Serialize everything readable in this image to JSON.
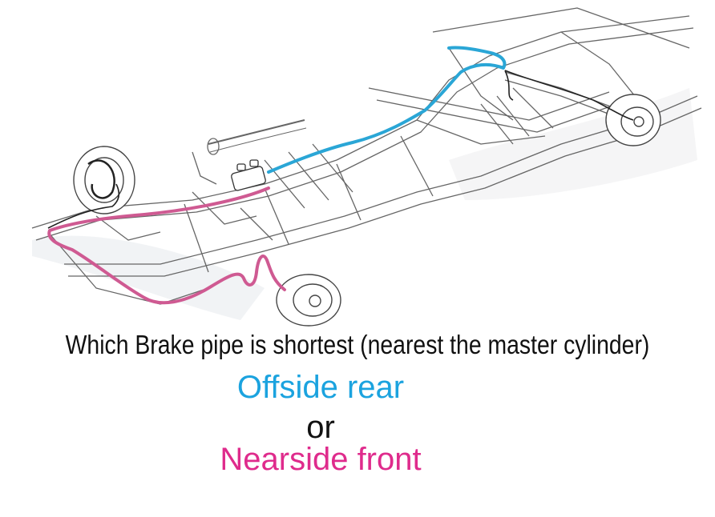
{
  "question": "Which Brake pipe is shortest (nearest the master cylinder)",
  "options": {
    "first": "Offside rear",
    "separator": "or",
    "second": "Nearside front"
  },
  "colors": {
    "offside_rear_pipe": "#2aa6d6",
    "nearside_front_pipe": "#cf5a92",
    "offside_rear_text": "#1ba3df",
    "nearside_front_text": "#df2b8c",
    "frame_line": "#666666"
  }
}
